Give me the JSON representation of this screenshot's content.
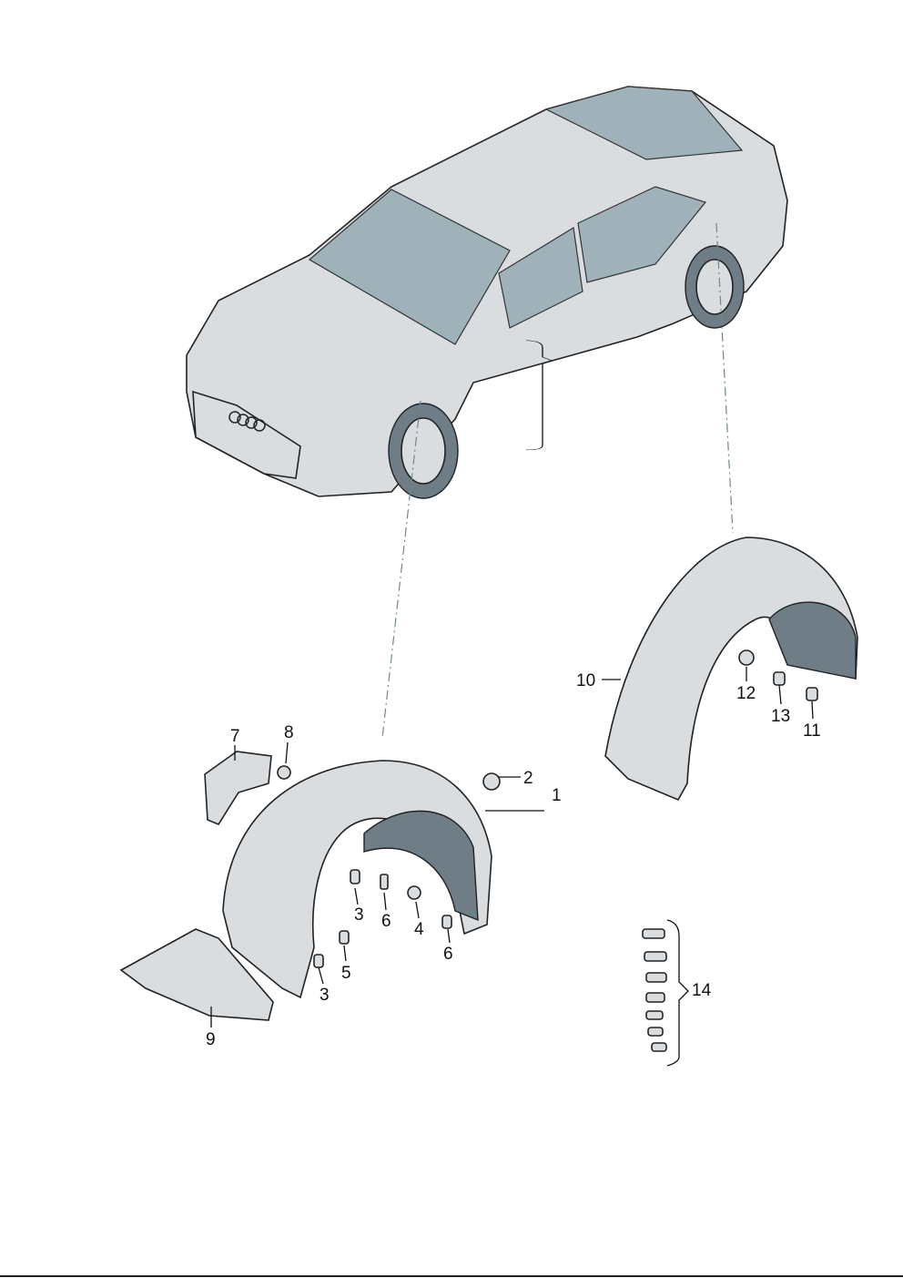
{
  "diagram": {
    "title": "Wheel housing liner parts diagram",
    "labels": [
      {
        "id": "1",
        "text": "1"
      },
      {
        "id": "2",
        "text": "2"
      },
      {
        "id": "3a",
        "text": "3"
      },
      {
        "id": "6a",
        "text": "6"
      },
      {
        "id": "4",
        "text": "4"
      },
      {
        "id": "6b",
        "text": "6"
      },
      {
        "id": "5",
        "text": "5"
      },
      {
        "id": "3b",
        "text": "3"
      },
      {
        "id": "7",
        "text": "7"
      },
      {
        "id": "8",
        "text": "8"
      },
      {
        "id": "9",
        "text": "9"
      },
      {
        "id": "10",
        "text": "10"
      },
      {
        "id": "12",
        "text": "12"
      },
      {
        "id": "13",
        "text": "13"
      },
      {
        "id": "11",
        "text": "11"
      },
      {
        "id": "14",
        "text": "14"
      }
    ],
    "colors": {
      "body": "#d9dde0",
      "glass": "#9fb2b9",
      "dark": "#6f7d86",
      "leader": "#6f8790"
    }
  }
}
